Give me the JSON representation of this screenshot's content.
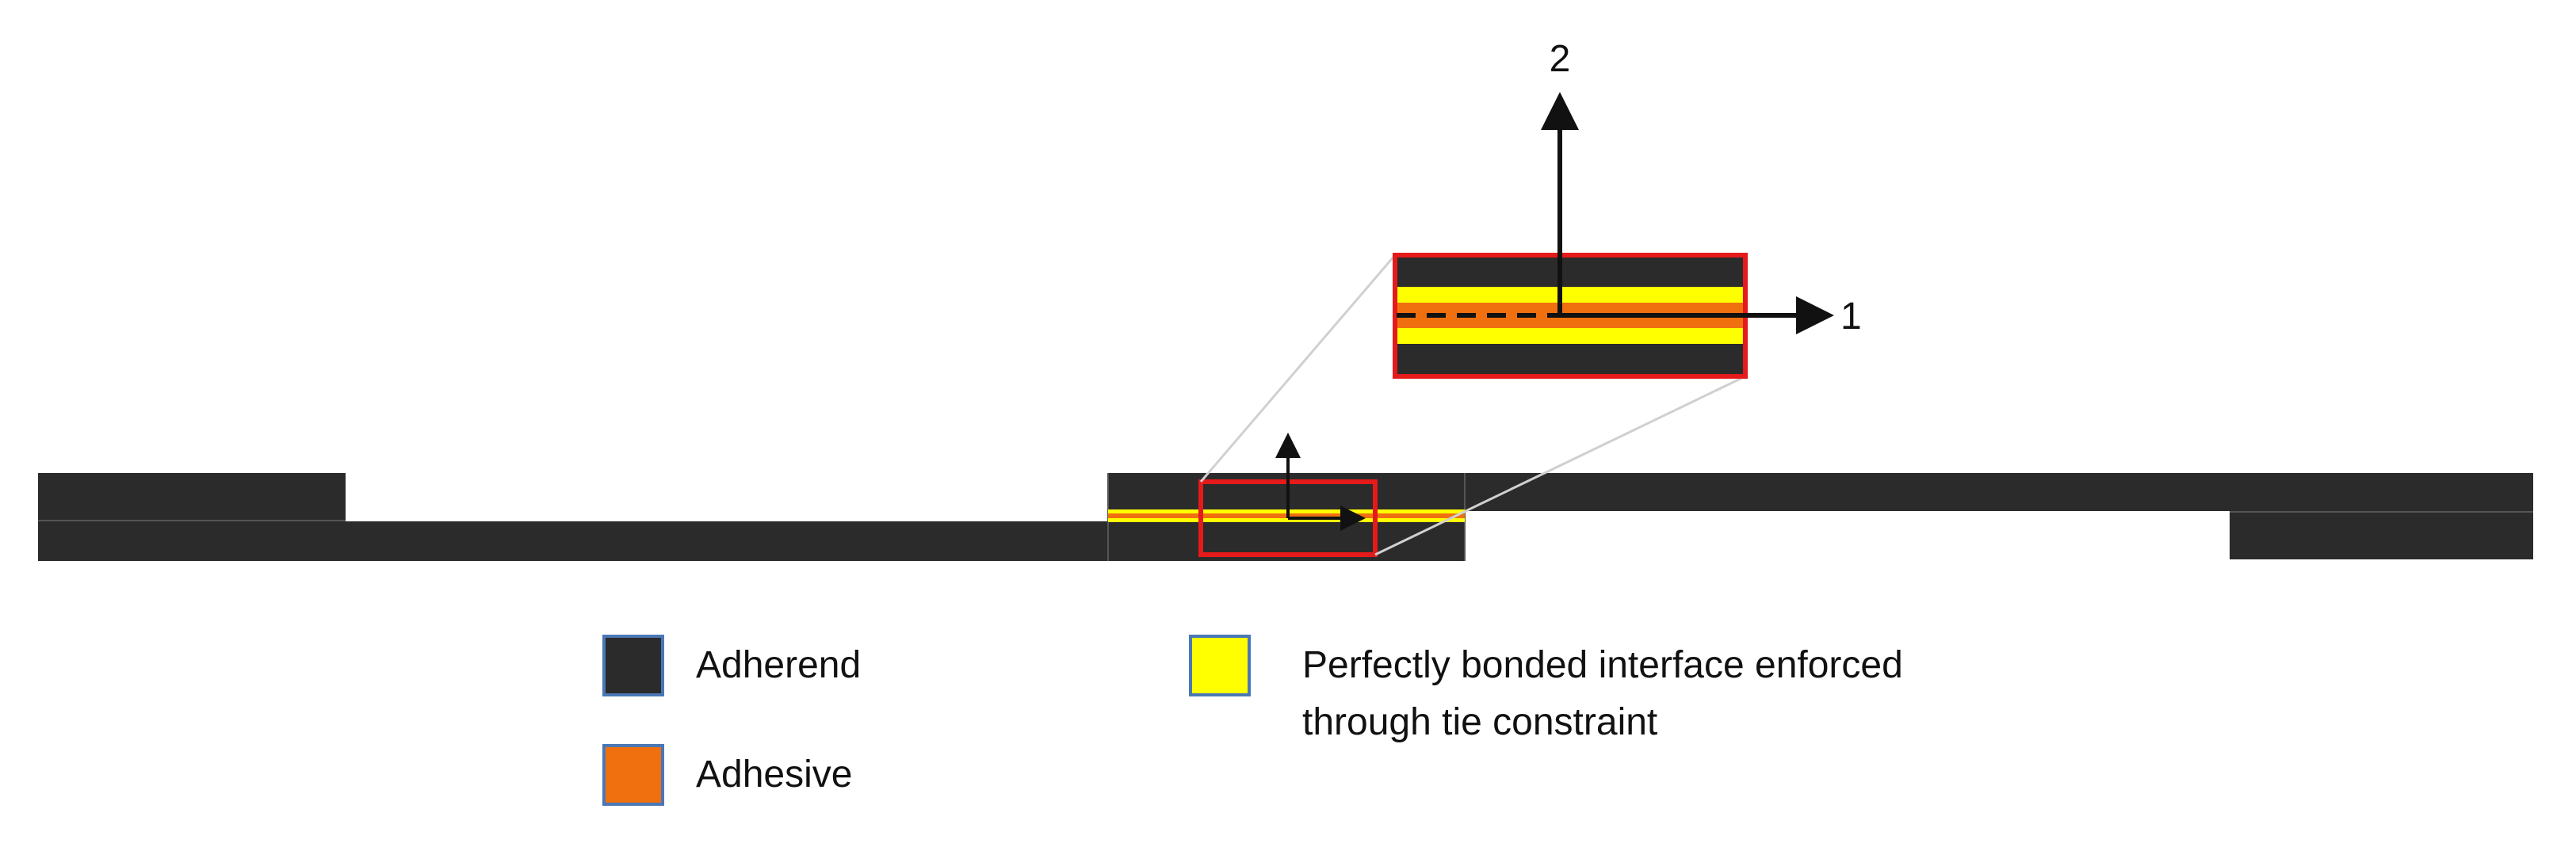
{
  "colors": {
    "adherend": "#2b2b2b",
    "adhesive": "#f07010",
    "interface": "#ffff00",
    "highlight": "#e51a1a",
    "legend_swatch_border": "#4a78b5",
    "leader_line": "#d0d0d0",
    "text": "#111111"
  },
  "axes": {
    "label_vertical": "2",
    "label_horizontal": "1"
  },
  "legend": {
    "adherend": "Adherend",
    "adhesive": "Adhesive",
    "interface_line1": "Perfectly bonded interface enforced",
    "interface_line2": "through tie constraint"
  }
}
